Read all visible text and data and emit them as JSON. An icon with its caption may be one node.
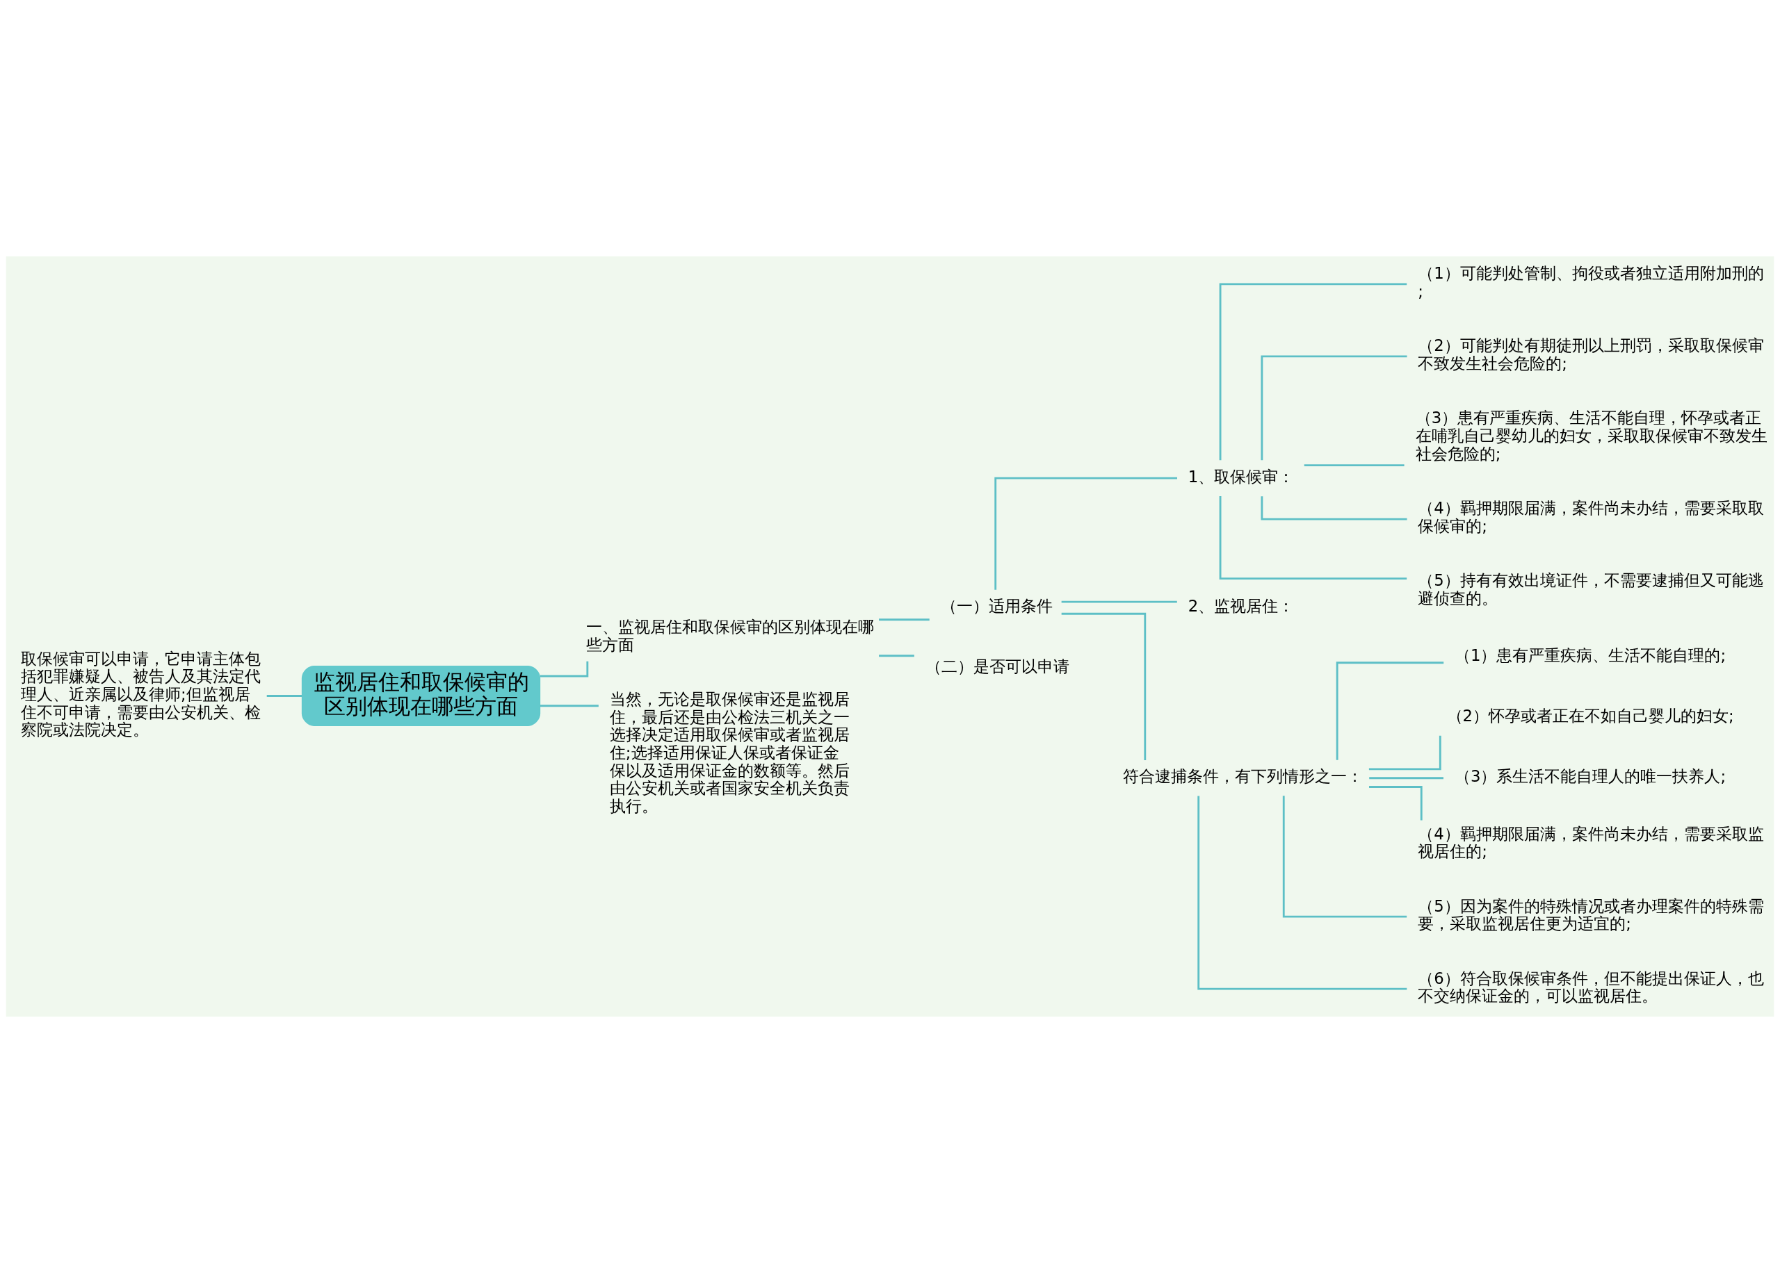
{
  "diagram": {
    "nodes": [
      {
        "text": [
          "监视居住和取保候审的区别体现在哪些方面"
        ]
      },
      {
        "text": [
          "取保候审可以申请，它申请主体包括犯罪嫌疑人、被告人及其法定代理人、近亲属以及律师;但监视居住不可申请，需要由公安机关、检察院或法院决定。"
        ]
      },
      {
        "text": [
          "一、监视居住和取保候审的区别体现在哪些方面"
        ]
      },
      {
        "text": [
          "当然，无论是取保候审还是监视居住，最后还是由公检法三机关之一选择决定适用取保候审或者监视居住;选择适用保证人保或者保证金保以及适用保证金的数额等。然后由公安机关或者国家安全机关负责执行。"
        ]
      },
      {
        "text": [
          "（一）适用条件"
        ]
      },
      {
        "text": [
          "（二）是否可以申请"
        ]
      },
      {
        "text": [
          "1、取保候审："
        ]
      },
      {
        "text": [
          "2、监视居住："
        ]
      },
      {
        "text": [
          "符合逮捕条件，有下列情形之一："
        ]
      },
      {
        "text": [
          "（1）可能判处管制、拘役或者独立适用附加刑的;"
        ]
      },
      {
        "text": [
          "（2）可能判处有期徒刑以上刑罚，采取取保候审不致发生社会危险的;"
        ]
      },
      {
        "text": [
          "（3）患有严重疾病、生活不能自理，怀孕或者正在哺乳自己婴幼儿的妇女，采取取保候审不致发生社会危险的;"
        ]
      },
      {
        "text": [
          "（4）羁押期限届满，案件尚未办结，需要采取取保候审的;"
        ]
      },
      {
        "text": [
          "（5）持有有效出境证件，不需要逮捕但又可能逃避侦查的。"
        ]
      },
      {
        "text": [
          "（1）患有严重疾病、生活不能自理的;"
        ]
      },
      {
        "text": [
          "（2）怀孕或者正在不如自己婴儿的妇女;"
        ]
      },
      {
        "text": [
          "（3）系生活不能自理人的唯一扶养人;"
        ]
      },
      {
        "text": [
          "（4）羁押期限届满，案件尚未办结，需要采取监视居住的;"
        ]
      },
      {
        "text": [
          "（5）因为案件的特殊情况或者办理案件的特殊需要，采取监视居住更为适宜的;"
        ]
      },
      {
        "text": [
          "（6）符合取保候审条件，但不能提出保证人，也不交纳保证金的，可以监视居住。"
        ]
      }
    ],
    "edges": [
      {
        "from": 0,
        "to": 1,
        "arrow": "none"
      },
      {
        "from": 0,
        "to": 2,
        "arrow": "none"
      },
      {
        "from": 0,
        "to": 3,
        "arrow": "none"
      },
      {
        "from": 2,
        "to": 4,
        "arrow": "none"
      },
      {
        "from": 2,
        "to": 5,
        "arrow": "none"
      },
      {
        "from": 4,
        "to": 6,
        "arrow": "none"
      },
      {
        "from": 4,
        "to": 7,
        "arrow": "none"
      },
      {
        "from": 4,
        "to": 8,
        "arrow": "none"
      },
      {
        "from": 6,
        "to": 9,
        "arrow": "none"
      },
      {
        "from": 6,
        "to": 10,
        "arrow": "none"
      },
      {
        "from": 6,
        "to": 11,
        "arrow": "none"
      },
      {
        "from": 6,
        "to": 12,
        "arrow": "none"
      },
      {
        "from": 6,
        "to": 13,
        "arrow": "none"
      },
      {
        "from": 8,
        "to": 14,
        "arrow": "none"
      },
      {
        "from": 8,
        "to": 15,
        "arrow": "none"
      },
      {
        "from": 8,
        "to": 16,
        "arrow": "none"
      },
      {
        "from": 8,
        "to": 17,
        "arrow": "none"
      },
      {
        "from": 8,
        "to": 18,
        "arrow": "none"
      },
      {
        "from": 8,
        "to": 19,
        "arrow": "none"
      }
    ]
  }
}
